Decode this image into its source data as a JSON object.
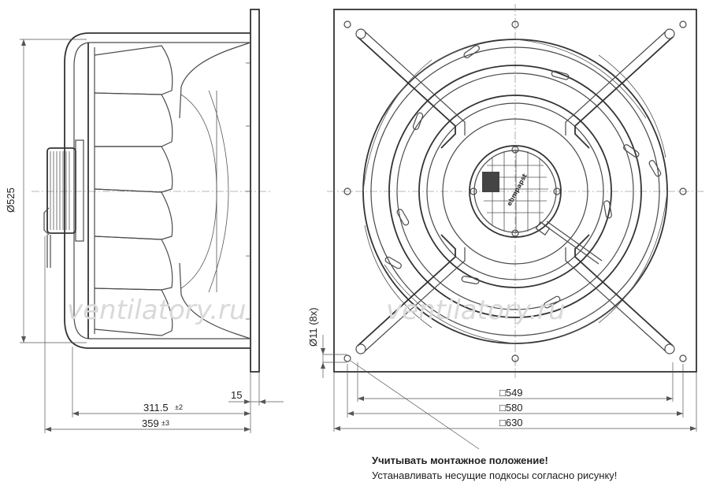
{
  "dimensions": {
    "diameter": "Ø525",
    "depth_inner": "311.5",
    "depth_inner_tol": "±2",
    "depth_total": "359",
    "depth_total_tol": "±3",
    "flange": "15",
    "hole": "Ø11 (8x)",
    "square_549": "□549",
    "square_580": "□580",
    "square_630": "□630"
  },
  "labels": {
    "logo": "ebmpapst",
    "watermark_left": "ventilatory.ru",
    "watermark_right": "ventilatory.ru"
  },
  "note": {
    "line1": "Учитывать монтажное положение!",
    "line2": "Устанавливать несущие подкосы согласно рисунку!"
  }
}
